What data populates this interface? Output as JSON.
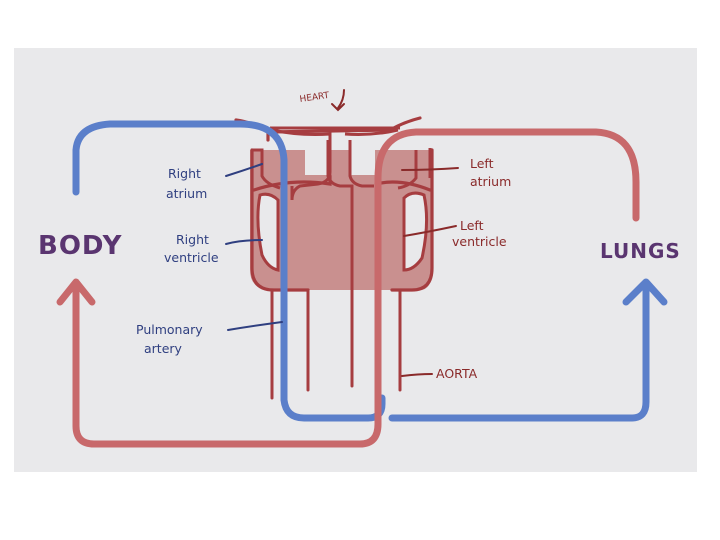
{
  "labels": {
    "body": "BODY",
    "lungs": "LUNGS",
    "heart": "HEART",
    "right_atrium": [
      "Right",
      "atrium"
    ],
    "right_ventricle": [
      "Right",
      "ventricle"
    ],
    "pulmonary_artery": [
      "Pulmonary",
      "artery"
    ],
    "left_atrium": [
      "Left",
      "atrium"
    ],
    "left_ventricle": [
      "Left",
      "ventricle"
    ],
    "aorta": "AORTA"
  },
  "colors": {
    "background": "#e9e9eb",
    "oxygenated": "#c8696b",
    "deoxygenated": "#5b7fca",
    "heart_fill": "#c9908f",
    "heart_outline": "#a63d40",
    "label_purple": "#5a3570",
    "label_blue": "#2f3f80",
    "label_red": "#8a2a2a"
  }
}
